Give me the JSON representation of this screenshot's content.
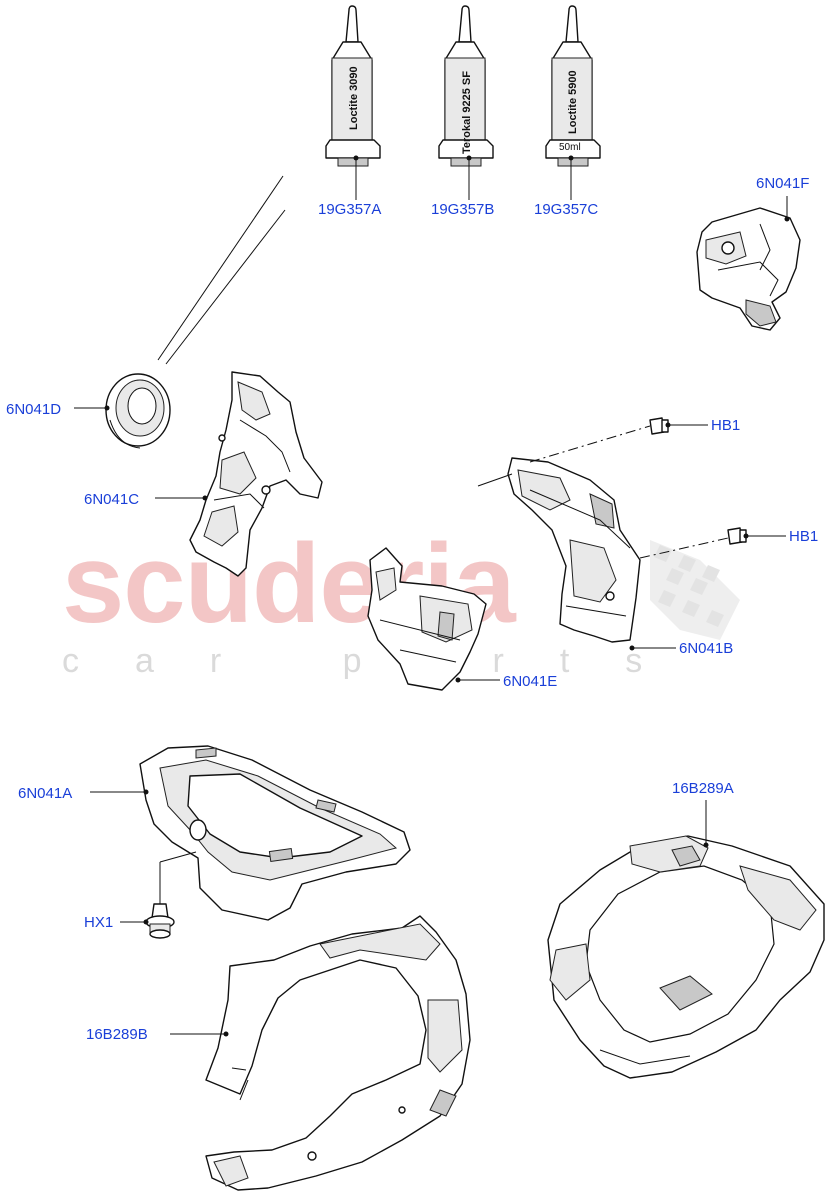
{
  "watermark": {
    "brand": "scuderia",
    "tagline": "car parts"
  },
  "tubes": [
    {
      "text": "Loctite 3090",
      "volume": ""
    },
    {
      "text": "Terokal 9225 SF",
      "volume": ""
    },
    {
      "text": "Loctite 5900",
      "volume": "50ml"
    }
  ],
  "callouts": {
    "c19G357A": "19G357A",
    "c19G357B": "19G357B",
    "c19G357C": "19G357C",
    "c6N041F": "6N041F",
    "c6N041D": "6N041D",
    "c6N041C": "6N041C",
    "cHB1_top": "HB1",
    "cHB1_bottom": "HB1",
    "c6N041B": "6N041B",
    "c6N041E": "6N041E",
    "c6N041A": "6N041A",
    "c16B289A": "16B289A",
    "cHX1": "HX1",
    "c16B289B": "16B289B"
  },
  "colors": {
    "callout": "#1a3fd8",
    "watermark_red": "#f3c6c6",
    "watermark_grey": "#dadada"
  }
}
